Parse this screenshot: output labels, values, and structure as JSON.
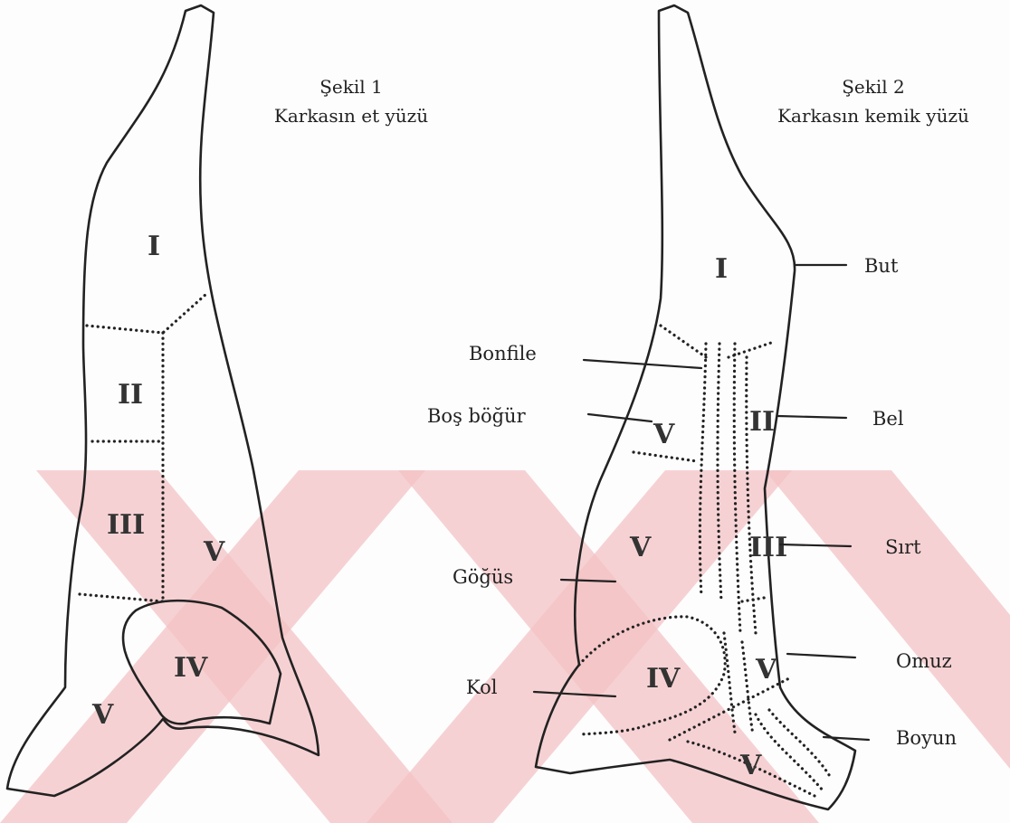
{
  "colors": {
    "watermark": "#f3c2c4",
    "ink": "#222222",
    "background": "#fdfdfd"
  },
  "figure1": {
    "title_line1": "Şekil 1",
    "title_line2": "Karkasın et yüzü",
    "regions": {
      "top": "I",
      "upper_mid": "II",
      "lower_mid": "III",
      "right_mid": "V",
      "foreleg": "IV",
      "bottom_left": "V"
    }
  },
  "figure2": {
    "title_line1": "Şekil 2",
    "title_line2": "Karkasın kemik yüzü",
    "regions": {
      "top": "I",
      "flank": "V",
      "loin": "II",
      "chest": "V",
      "back": "III",
      "foreleg": "IV",
      "shoulder": "V",
      "neck": "V"
    },
    "callouts": {
      "but": "But",
      "bonfile": "Bonfile",
      "bel": "Bel",
      "bos_bogur": "Boş böğür",
      "sirt": "Sırt",
      "gogus": "Göğüs",
      "omuz": "Omuz",
      "kol": "Kol",
      "boyun": "Boyun"
    }
  }
}
